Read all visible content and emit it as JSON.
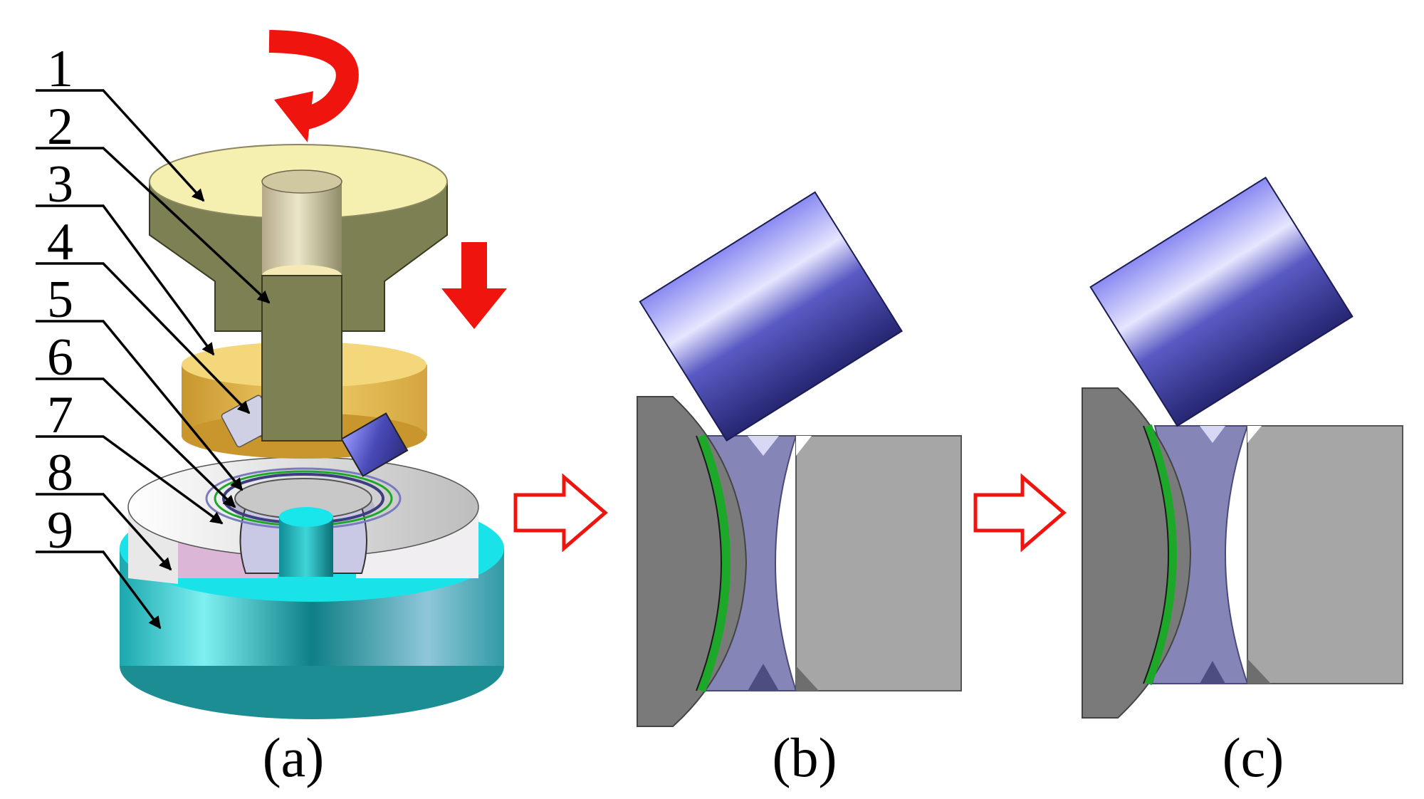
{
  "figure": {
    "labels": [
      "1",
      "2",
      "3",
      "4",
      "5",
      "6",
      "7",
      "8",
      "9"
    ],
    "captions": {
      "a": "(a)",
      "b": "(b)",
      "c": "(c)"
    }
  },
  "colors": {
    "tool_olive": "#7d8052",
    "tool_top": "#f6f0b0",
    "ring_gold": "#e0b84a",
    "roller_blue": "#6c6cd8",
    "workpiece_lilac": "#8585b8",
    "support_gray": "#a6a6a6",
    "die_gray": "#7a7a7a",
    "green_layer": "#1ea82a",
    "base_cyan": "#17b3b8",
    "arrow_red": "#f0140f"
  }
}
